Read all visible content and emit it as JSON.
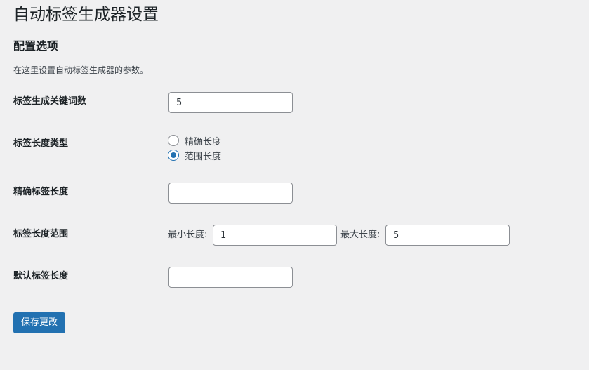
{
  "page": {
    "title": "自动标签生成器设置"
  },
  "section": {
    "title": "配置选项",
    "description": "在这里设置自动标签生成器的参数。"
  },
  "fields": {
    "keyword_count": {
      "label": "标签生成关键词数",
      "value": "5"
    },
    "length_type": {
      "label": "标签长度类型",
      "options": [
        {
          "label": "精确长度",
          "checked": false
        },
        {
          "label": "范围长度",
          "checked": true
        }
      ]
    },
    "exact_length": {
      "label": "精确标签长度",
      "value": ""
    },
    "length_range": {
      "label": "标签长度范围",
      "min_label": "最小长度:",
      "min_value": "1",
      "max_label": "最大长度:",
      "max_value": "5"
    },
    "default_length": {
      "label": "默认标签长度",
      "value": ""
    }
  },
  "actions": {
    "save_label": "保存更改"
  },
  "colors": {
    "background": "#f0f0f1",
    "primary": "#2271b1",
    "input_border": "#8c8f94",
    "text": "#1d2327"
  }
}
